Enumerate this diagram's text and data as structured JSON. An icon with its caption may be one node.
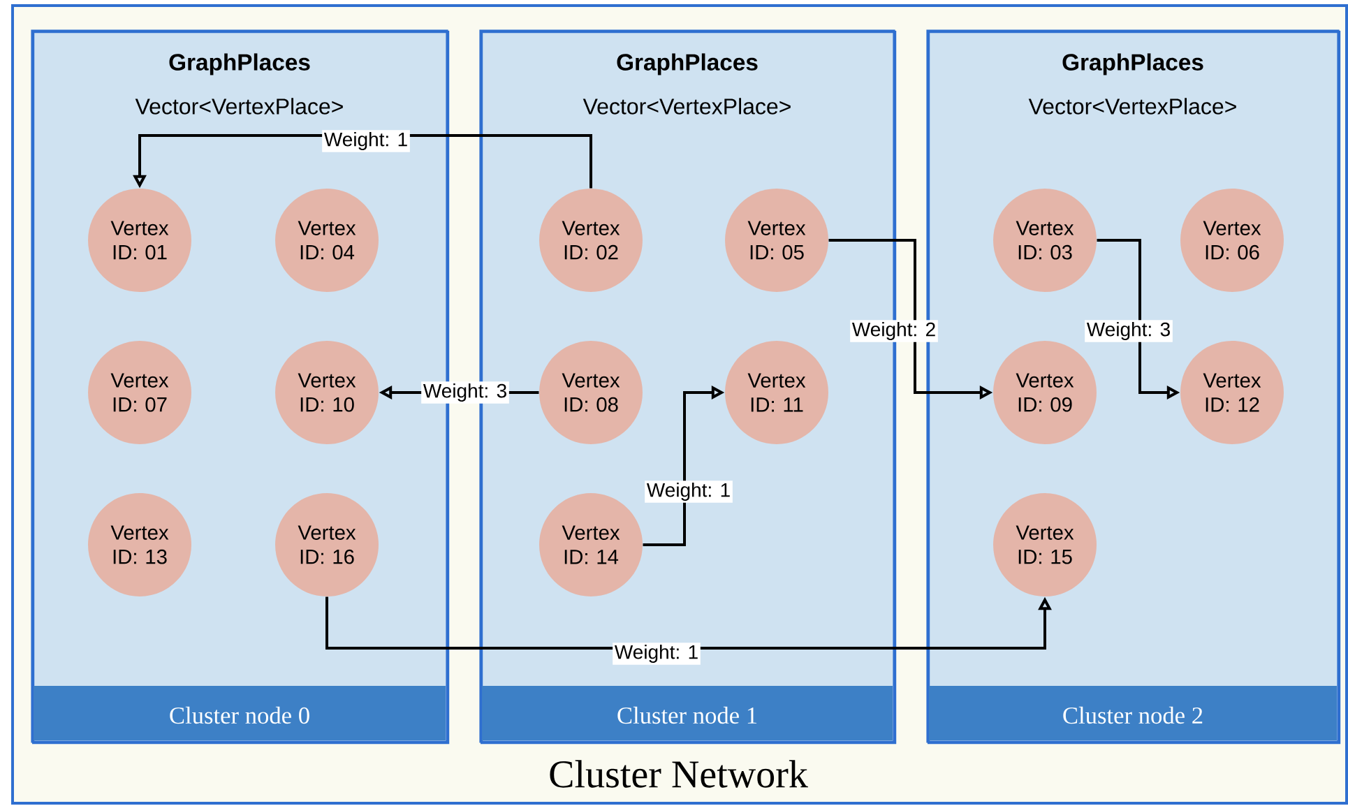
{
  "diagram": {
    "nodes": [
      {
        "text": [
          "Cluster Network"
        ]
      },
      {
        "text": [
          "GraphPlaces",
          "Vector<VertexPlace>",
          "Cluster node 0"
        ],
        "in": 0
      },
      {
        "text": [
          "GraphPlaces",
          "Vector<VertexPlace>",
          "Cluster node 1"
        ],
        "in": 0
      },
      {
        "text": [
          "GraphPlaces",
          "Vector<VertexPlace>",
          "Cluster node 2"
        ],
        "in": 0
      },
      {
        "text": [
          "Vertex ID: 01"
        ],
        "in": 1
      },
      {
        "text": [
          "Vertex ID: 04"
        ],
        "in": 1
      },
      {
        "text": [
          "Vertex ID: 07"
        ],
        "in": 1
      },
      {
        "text": [
          "Vertex ID: 10"
        ],
        "in": 1
      },
      {
        "text": [
          "Vertex ID: 13"
        ],
        "in": 1
      },
      {
        "text": [
          "Vertex ID: 16"
        ],
        "in": 1
      },
      {
        "text": [
          "Vertex ID: 02"
        ],
        "in": 2
      },
      {
        "text": [
          "Vertex ID: 05"
        ],
        "in": 2
      },
      {
        "text": [
          "Vertex ID: 08"
        ],
        "in": 2
      },
      {
        "text": [
          "Vertex ID: 11"
        ],
        "in": 2
      },
      {
        "text": [
          "Vertex ID: 14"
        ],
        "in": 2
      },
      {
        "text": [
          "Vertex ID: 03"
        ],
        "in": 3
      },
      {
        "text": [
          "Vertex ID: 06"
        ],
        "in": 3
      },
      {
        "text": [
          "Vertex ID: 09"
        ],
        "in": 3
      },
      {
        "text": [
          "Vertex ID: 12"
        ],
        "in": 3
      },
      {
        "text": [
          "Vertex ID: 15"
        ],
        "in": 3
      }
    ],
    "edges": [
      {
        "from": 10,
        "to": 4,
        "arrow": "to",
        "label": "Weight: 1"
      },
      {
        "from": 11,
        "to": 17,
        "arrow": "to",
        "label": "Weight: 2"
      },
      {
        "from": 15,
        "to": 18,
        "arrow": "to",
        "label": "Weight: 3"
      },
      {
        "from": 12,
        "to": 7,
        "arrow": "to",
        "label": "Weight: 3"
      },
      {
        "from": 14,
        "to": 13,
        "arrow": "to",
        "label": "Weight: 1"
      },
      {
        "from": 9,
        "to": 19,
        "arrow": "to",
        "label": "Weight: 1"
      }
    ]
  }
}
